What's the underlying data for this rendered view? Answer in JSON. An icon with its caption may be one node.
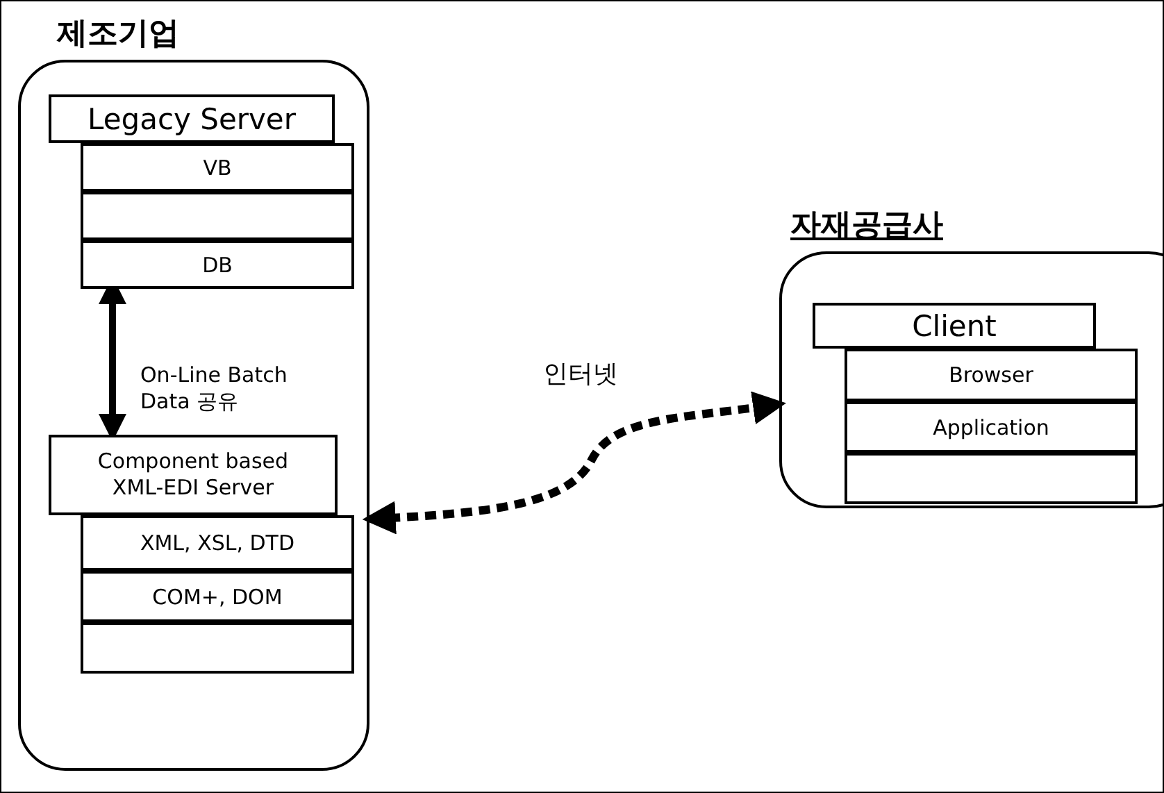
{
  "diagram": {
    "nodes": [
      {
        "text": [
          "제조기업"
        ]
      },
      {
        "text": [
          "Legacy Server"
        ],
        "in": 0
      },
      {
        "text": [
          "VB"
        ],
        "in": 0
      },
      {
        "text": [],
        "shape": "box",
        "in": 0
      },
      {
        "text": [
          "DB"
        ],
        "in": 0
      },
      {
        "text": [
          "Component based XML-EDI Server"
        ],
        "in": 0
      },
      {
        "text": [
          "XML, XSL, DTD"
        ],
        "in": 0
      },
      {
        "text": [
          "COM+, DOM"
        ],
        "in": 0
      },
      {
        "text": [],
        "shape": "box",
        "in": 0
      },
      {
        "text": [
          "자재공급사"
        ]
      },
      {
        "text": [
          "Client"
        ],
        "in": 9
      },
      {
        "text": [
          "Browser"
        ],
        "in": 9
      },
      {
        "text": [
          "Application"
        ],
        "in": 9
      },
      {
        "text": [],
        "shape": "box",
        "in": 9
      }
    ],
    "edges": [
      {
        "from": 4,
        "to": 5,
        "arrow": "both",
        "label": "On-Line Batch Data 공유"
      },
      {
        "from": 0,
        "to": 9,
        "arrow": "both",
        "label": "인터넷",
        "style": "dashed"
      }
    ]
  }
}
